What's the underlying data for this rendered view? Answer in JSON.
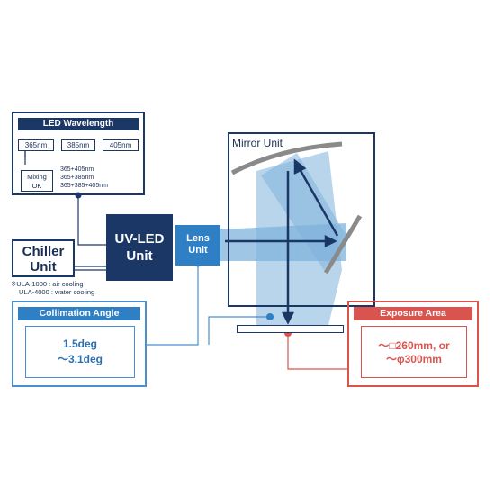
{
  "led_wavelength": {
    "title": "LED Wavelength",
    "wavelengths": [
      "365nm",
      "385nm",
      "405nm"
    ],
    "mixing_line1": "Mixing",
    "mixing_line2": "OK",
    "combinations": [
      "365+405nm",
      "365+385nm",
      "365+385+405nm"
    ]
  },
  "chiller": {
    "line1": "Chiller",
    "line2": "Unit",
    "note_line1": "※ULA-1000 : air cooling",
    "note_line2": "ULA-4000 : water cooling"
  },
  "uv_led": {
    "line1": "UV-LED",
    "line2": "Unit"
  },
  "lens": {
    "line1": "Lens",
    "line2": "Unit"
  },
  "mirror": {
    "label": "Mirror Unit"
  },
  "collimation": {
    "title": "Collimation Angle",
    "value_line1": "1.5deg",
    "value_line2": "～3.1deg"
  },
  "exposure": {
    "title": "Exposure Area",
    "value_line1": "～□260mm, or",
    "value_line2": "～φ300mm"
  },
  "colors": {
    "navy": "#1b3766",
    "blue": "#2e7fc4",
    "light_blue": "#7fb3dc",
    "red": "#d9534f"
  }
}
